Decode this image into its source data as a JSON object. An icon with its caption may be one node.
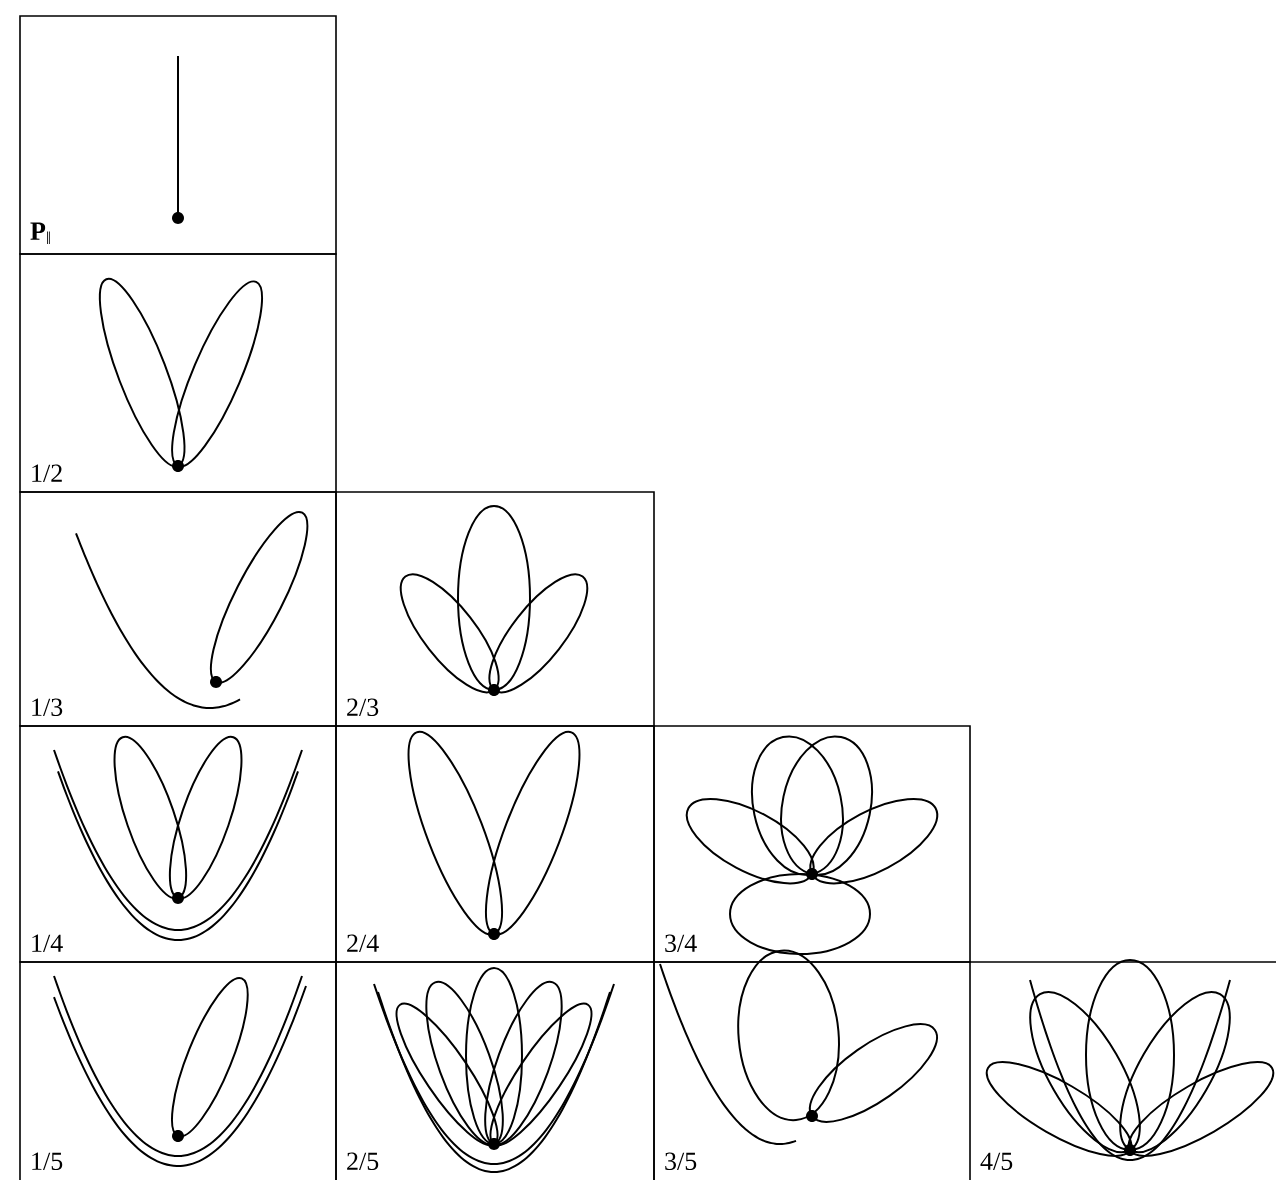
{
  "diagram": {
    "nodes": [
      {
        "text": [
          "**P**$_{‖}$"
        ]
      },
      {
        "text": [
          "1/2"
        ]
      },
      {
        "text": [
          "1/3"
        ]
      },
      {
        "text": [
          "2/3"
        ]
      },
      {
        "text": [
          "1/4"
        ]
      },
      {
        "text": [
          "2/4"
        ]
      },
      {
        "text": [
          "3/4"
        ]
      },
      {
        "text": [
          "1/5"
        ]
      },
      {
        "text": [
          "2/5"
        ]
      },
      {
        "text": [
          "3/5"
        ]
      },
      {
        "text": [
          "4/5"
        ]
      }
    ]
  }
}
